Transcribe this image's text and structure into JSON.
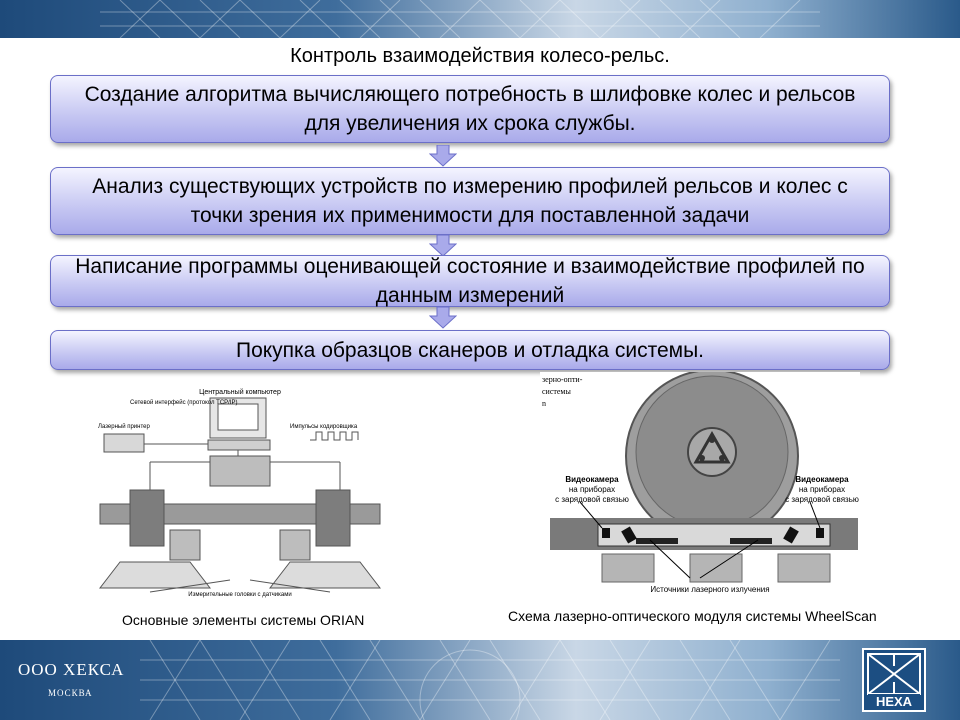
{
  "title": "Контроль взаимодействия колесо-рельс.",
  "steps": [
    {
      "text": "Создание алгоритма вычисляющего потребность в шлифовке колес и рельсов для увеличения их срока службы."
    },
    {
      "text": "Анализ существующих устройств по измерению профилей рельсов и колес с точки зрения их применимости для поставленной задачи"
    },
    {
      "text": "Написание программы оценивающей состояние и взаимодействие профилей по данным измерений"
    },
    {
      "text": "Покупка образцов сканеров и отладка системы."
    }
  ],
  "figure_left": {
    "caption": "Основные элементы системы ORIAN",
    "labels": {
      "computer": "Центральный компьютер",
      "network": "Сетевой интерфейс (протокол TCP/IP)",
      "printer": "Лазерный принтер",
      "encoder": "Импульсы кодировщика",
      "heads": "Измерительные головки с датчиками"
    }
  },
  "figure_right": {
    "caption": "Схема лазерно-оптического модуля системы WheelScan",
    "labels": {
      "cam_left": [
        "Видеокамера",
        "на приборах",
        "с зарядовой связью"
      ],
      "cam_right": [
        "Видеокамера",
        "на приборах",
        "с зарядовой связью"
      ],
      "sources": "Источники лазерного излучения",
      "clipped": [
        "зерно-опти-",
        "системы",
        "n"
      ]
    }
  },
  "footer": {
    "company": "ООО ХЕКСА",
    "city": "МОСКВА",
    "logo_text": "HEXA"
  },
  "colors": {
    "band_dark": "#1e4a7a",
    "step_border": "#6b6fc8",
    "step_fill": "#c9caf3",
    "arrow_fill": "#a9aaea"
  }
}
